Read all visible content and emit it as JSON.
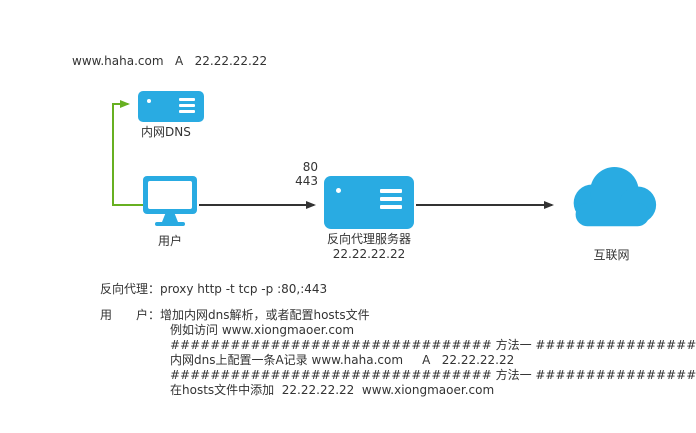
{
  "colors": {
    "accent": "#29ABE2",
    "green_arrow": "#67B021",
    "black_arrow": "#333333",
    "text": "#333333"
  },
  "diagram": {
    "dns_record": "www.haha.com   A   22.22.22.22",
    "dns_label": "内网DNS",
    "user_label": "用户",
    "proxy_ports": [
      "80",
      "443"
    ],
    "proxy_label": "反向代理服务器",
    "proxy_ip": "22.22.22.22",
    "cloud_label": "互联网"
  },
  "notes": {
    "line1": "反向代理：proxy http -t tcp -p :80,:443",
    "line2": "用　　户：增加内网dns解析，或者配置hosts文件",
    "line3": "例如访问 www.xiongmaoer.com",
    "line4": "################################ 方法一 ##############################",
    "line5": "内网dns上配置一条A记录 www.haha.com     A   22.22.22.22",
    "line6": "################################ 方法一 ##############################",
    "line7": "在hosts文件中添加  22.22.22.22  www.xiongmaoer.com"
  }
}
